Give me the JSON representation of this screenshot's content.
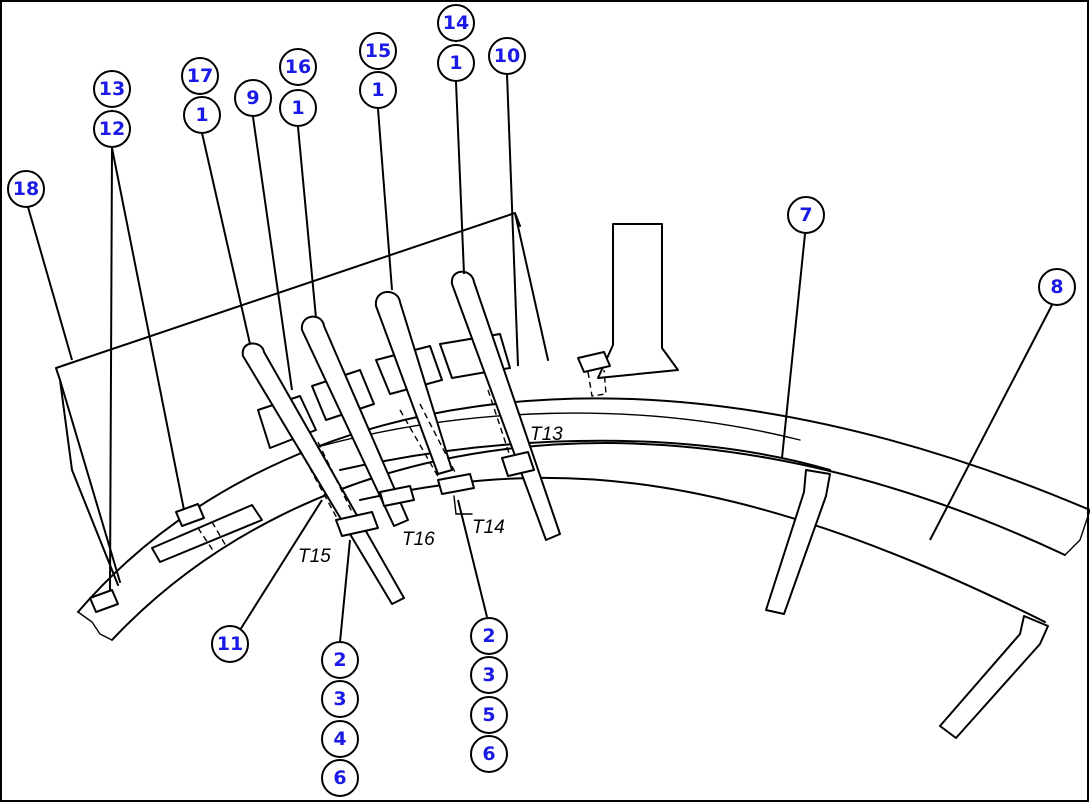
{
  "callouts": [
    {
      "label": "13"
    },
    {
      "label": "12"
    },
    {
      "label": "17"
    },
    {
      "label": "1"
    },
    {
      "label": "9"
    },
    {
      "label": "16"
    },
    {
      "label": "1"
    },
    {
      "label": "15"
    },
    {
      "label": "1"
    },
    {
      "label": "14"
    },
    {
      "label": "1"
    },
    {
      "label": "10"
    },
    {
      "label": "18"
    },
    {
      "label": "7"
    },
    {
      "label": "8"
    },
    {
      "label": "11"
    },
    {
      "label": "2"
    },
    {
      "label": "3"
    },
    {
      "label": "4"
    },
    {
      "label": "6"
    },
    {
      "label": "2"
    },
    {
      "label": "3"
    },
    {
      "label": "5"
    },
    {
      "label": "6"
    }
  ],
  "track_labels": {
    "t13": "T13",
    "t14": "T14",
    "t15": "T15",
    "t16": "T16"
  },
  "colors": {
    "callout_text": "#1a1ae6",
    "line": "#000000"
  }
}
